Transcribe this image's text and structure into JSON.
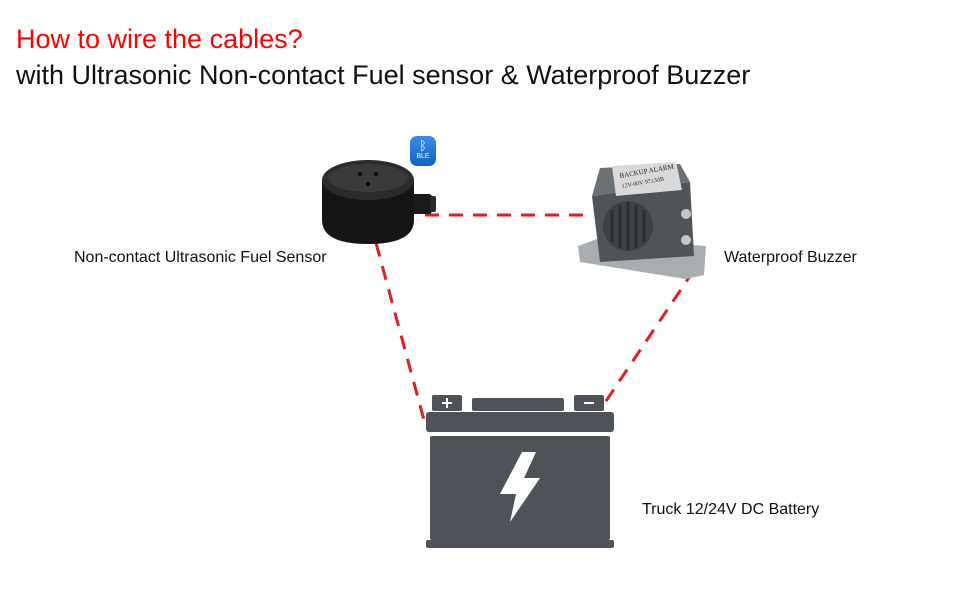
{
  "title": {
    "line1": "How to wire the cables?",
    "line2": "with Ultrasonic Non-contact Fuel sensor & Waterproof Buzzer"
  },
  "components": {
    "sensor_label": "Non-contact Ultrasonic Fuel Sensor",
    "buzzer_label": "Waterproof Buzzer",
    "battery_label": "Truck 12/24V DC Battery",
    "ble_badge": "BLE",
    "buzzer_sticker": "BACKUP ALARM",
    "buzzer_sticker_sub": "12V-80V 97±3dB"
  },
  "colors": {
    "title_accent": "#ff0000",
    "wire": "#e0201c",
    "battery_body": "#4d5358",
    "ble_badge": "#1f6fd1"
  },
  "icons": {
    "ble": "bluetooth-icon",
    "battery_bolt": "lightning-bolt-icon"
  }
}
